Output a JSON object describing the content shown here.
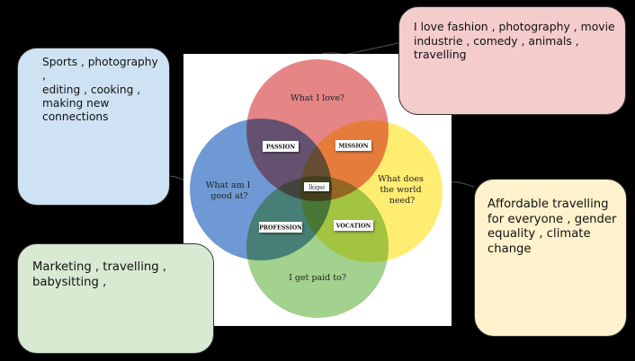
{
  "notes": {
    "skills": [
      "Sports , photography ,",
      "editing  , cooking ,",
      "making new",
      "connections"
    ],
    "love": [
      "I love fashion , photography , movie",
      "industrie , comedy , animals , travelling"
    ],
    "need": [
      "Affordable travelling",
      "for everyone  , gender",
      "equality , climate",
      "change"
    ],
    "paid": [
      "Marketing , travelling ,",
      "babysitting ,"
    ]
  },
  "ikigai": {
    "love": "What I love?",
    "good_at": [
      "What am I",
      "good at?"
    ],
    "world_needs": [
      "What does",
      "the world",
      "need?"
    ],
    "paid": "I get paid to?",
    "passion": "PASSION",
    "mission": "MISSION",
    "profession": "PROFESSION",
    "vocation": "VOCATION",
    "center": "Ikigai"
  },
  "colors": {
    "background": "#000000",
    "love_circle": "#e06666",
    "good_at_circle": "#4a7fc9",
    "world_needs_circle": "#ffe84d",
    "paid_circle": "#8bc771",
    "note_skills": "#cfe2f3",
    "note_love": "#f4cccc",
    "note_need": "#fff2cc",
    "note_paid": "#d9ead3"
  }
}
